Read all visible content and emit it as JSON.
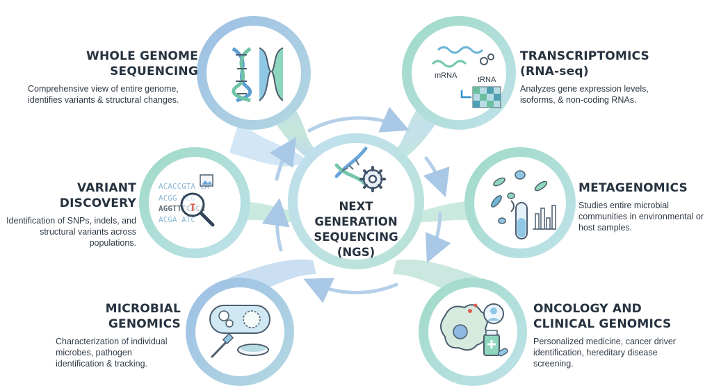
{
  "center": {
    "title_lines": [
      "NEXT",
      "GENERATION",
      "SEQUENCING",
      "(NGS)"
    ]
  },
  "nodes": {
    "whole_genome": {
      "title_lines": [
        "WHOLE GENOME",
        "SEQUENCING"
      ],
      "description": "Comprehensive view of entire genome, identifies variants & structural changes."
    },
    "transcriptomics": {
      "title_lines": [
        "TRANSCRIPTOMICS",
        "(RNA-seq)"
      ],
      "description": "Analyzes gene expression levels, isoforms, & non-coding RNAs.",
      "icon_labels": {
        "mrna": "mRNA",
        "trna": "tRNA"
      }
    },
    "variant_discovery": {
      "title_lines": [
        "VARIANT DISCOVERY"
      ],
      "description": "Identification of SNPs, indels, and structural variants across populations.",
      "sequence_rows": [
        "ACACCGTA  CA",
        "ACGG      ACG",
        "AGGTTTCACA",
        "ACGA      ATC"
      ]
    },
    "metagenomics": {
      "title_lines": [
        "METAGENOMICS"
      ],
      "description": "Studies entire microbial communities in environmental or host samples."
    },
    "microbial_genomics": {
      "title_lines": [
        "MICROBIAL",
        "GENOMICS"
      ],
      "description": "Characterization of individual microbes, pathogen identification & tracking."
    },
    "oncology": {
      "title_lines": [
        "ONCOLOGY AND",
        "CLINICAL GENOMICS"
      ],
      "description": "Personalized medicine, cancer driver identification, hereditary disease screening."
    }
  },
  "colors": {
    "blue_ring": "#a9c6e6",
    "green_ring": "#a8dcc9",
    "center_ring": "#b3d4e3",
    "connector_blue": "#b6d0ec",
    "connector_green": "#b7e2d2",
    "arrow": "#b4cfe8",
    "text_dark": "#26323f",
    "mutation_red": "#e05a4e"
  }
}
